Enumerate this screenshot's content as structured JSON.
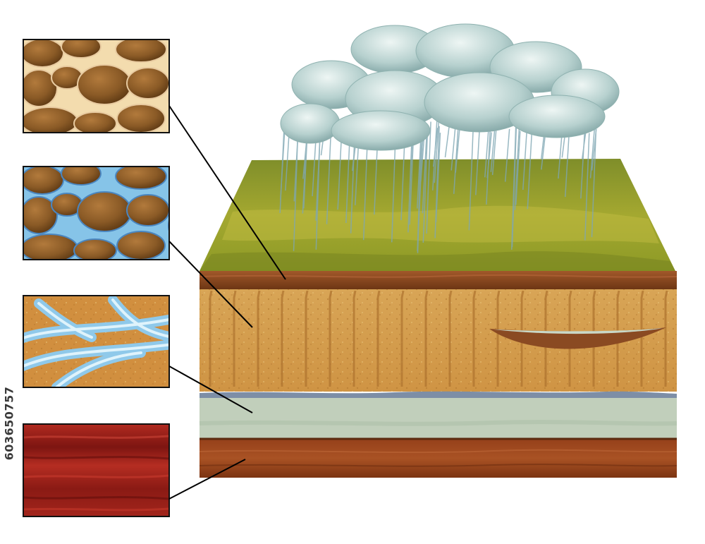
{
  "stock_id": "603650757",
  "insets": [
    {
      "name": "unsaturated-soil-pores",
      "label_target": "topsoil"
    },
    {
      "name": "saturated-soil-pores",
      "label_target": "aquifer-sand"
    },
    {
      "name": "groundwater-channels",
      "label_target": "aquitard-clay"
    },
    {
      "name": "bedrock-texture",
      "label_target": "bedrock"
    }
  ],
  "colors": {
    "grass": "#9aa128",
    "topsoil": "#8a4a1e",
    "sand": "#d49a4a",
    "water": "#8fd2ef",
    "clay": "#bfcdb9",
    "bedrock": "#8e3a14",
    "inset_red": "#a5231c",
    "cloud": "#b8d2d2",
    "rain": "#7fa7b3"
  },
  "icons": [
    "rain-cloud-icon"
  ]
}
